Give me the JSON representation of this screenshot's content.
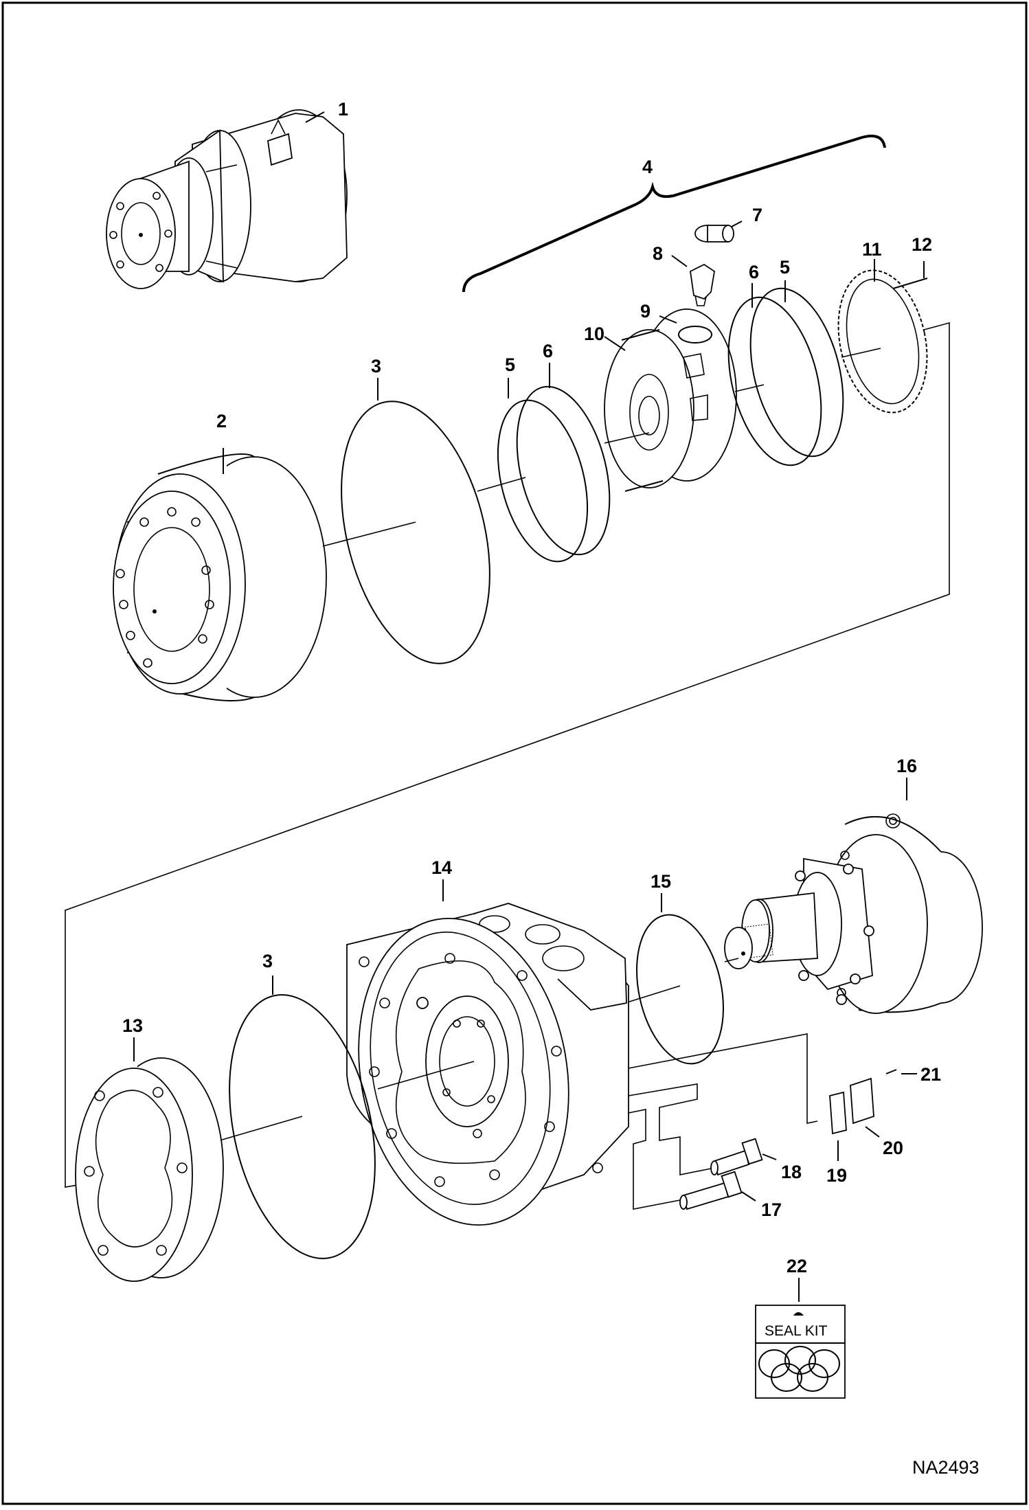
{
  "diagram": {
    "reference": "NA2493",
    "kit_label": "SEAL KIT",
    "callouts": {
      "c1": "1",
      "c2": "2",
      "c3a": "3",
      "c3b": "3",
      "c4": "4",
      "c5a": "5",
      "c5b": "5",
      "c6a": "6",
      "c6b": "6",
      "c7": "7",
      "c8": "8",
      "c9": "9",
      "c10": "10",
      "c11": "11",
      "c12": "12",
      "c13": "13",
      "c14": "14",
      "c15": "15",
      "c16": "16",
      "c17": "17",
      "c18": "18",
      "c19": "19",
      "c20": "20",
      "c21": "21",
      "c22": "22"
    }
  }
}
